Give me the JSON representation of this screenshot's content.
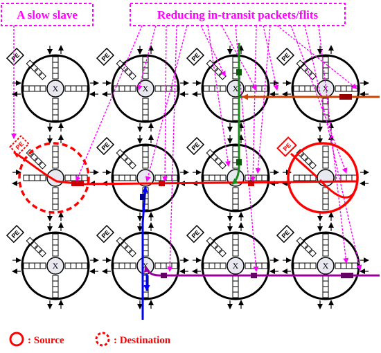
{
  "labels": {
    "slow_slave": "A slow slave",
    "reducing": "Reducing in-transit packets/flits",
    "source": ": Source",
    "destination": ": Destination",
    "router": "X",
    "pe": "PE"
  },
  "colors": {
    "magenta": "#ff00ff",
    "red": "#ff0000",
    "green": "#1a8a1a",
    "blue": "#0000ff",
    "purple": "#990099",
    "brown": "#cc4400",
    "dark_red": "#990000",
    "black": "#000000"
  },
  "grid": {
    "rows": 3,
    "cols": 4
  },
  "source_node": {
    "row": 1,
    "col": 3
  },
  "destination_node": {
    "row": 1,
    "col": 0
  }
}
